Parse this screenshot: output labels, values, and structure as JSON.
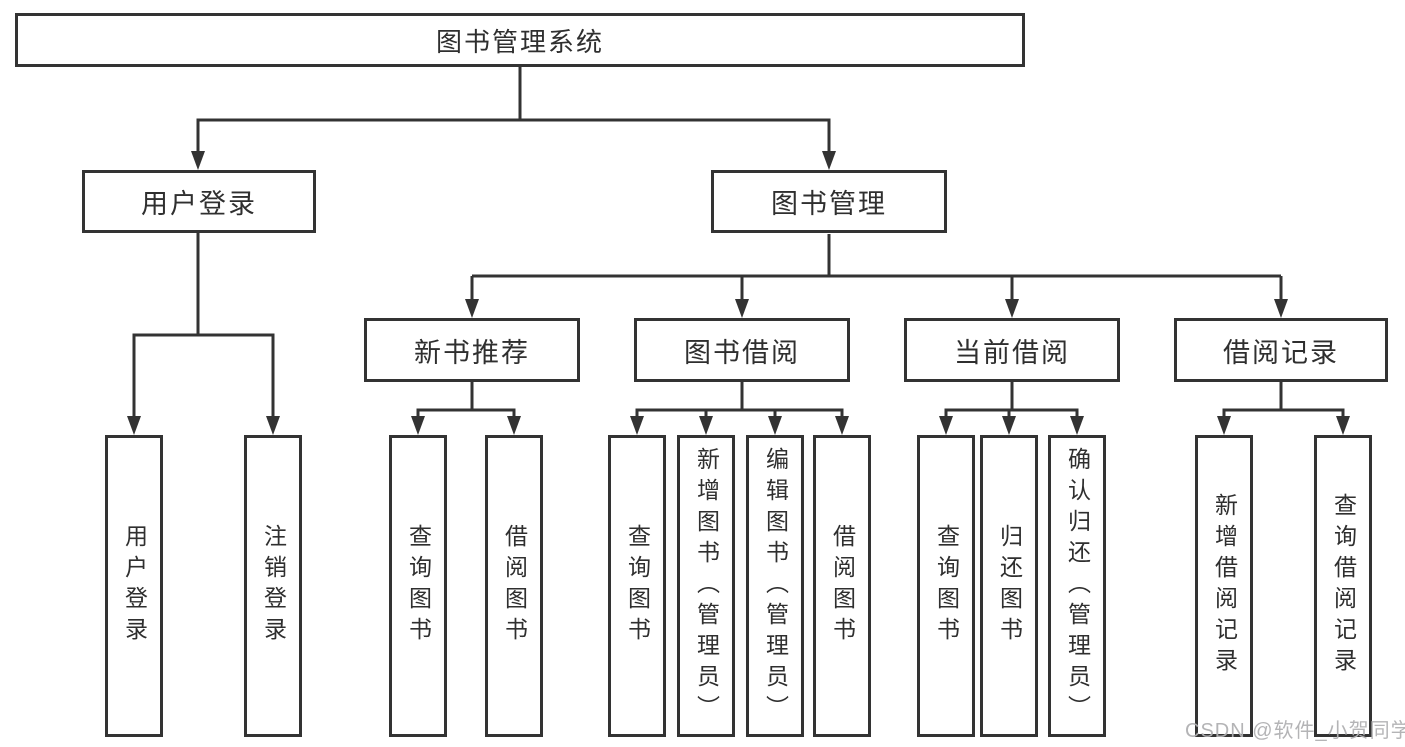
{
  "diagram": {
    "nodes": {
      "root": "图书管理系统",
      "user_login": "用户登录",
      "book_mgmt": "图书管理",
      "new_book": "新书推荐",
      "book_borrow": "图书借阅",
      "current_borrow": "当前借阅",
      "borrow_record": "借阅记录"
    },
    "leaves": [
      "用户登录",
      "注销登录",
      "查询图书",
      "借阅图书",
      "查询图书",
      "新增图书（管理员）",
      "编辑图书（管理员）",
      "借阅图书",
      "查询图书",
      "归还图书",
      "确认归还（管理员）",
      "新增借阅记录",
      "查询借阅记录"
    ]
  },
  "watermark": "CSDN @软件_小贺同学",
  "colors": {
    "line": "#333333",
    "text": "#2f2f2f",
    "box_background": "#ffffff",
    "watermark": "#b0b0b2",
    "background": "#ffffff"
  }
}
